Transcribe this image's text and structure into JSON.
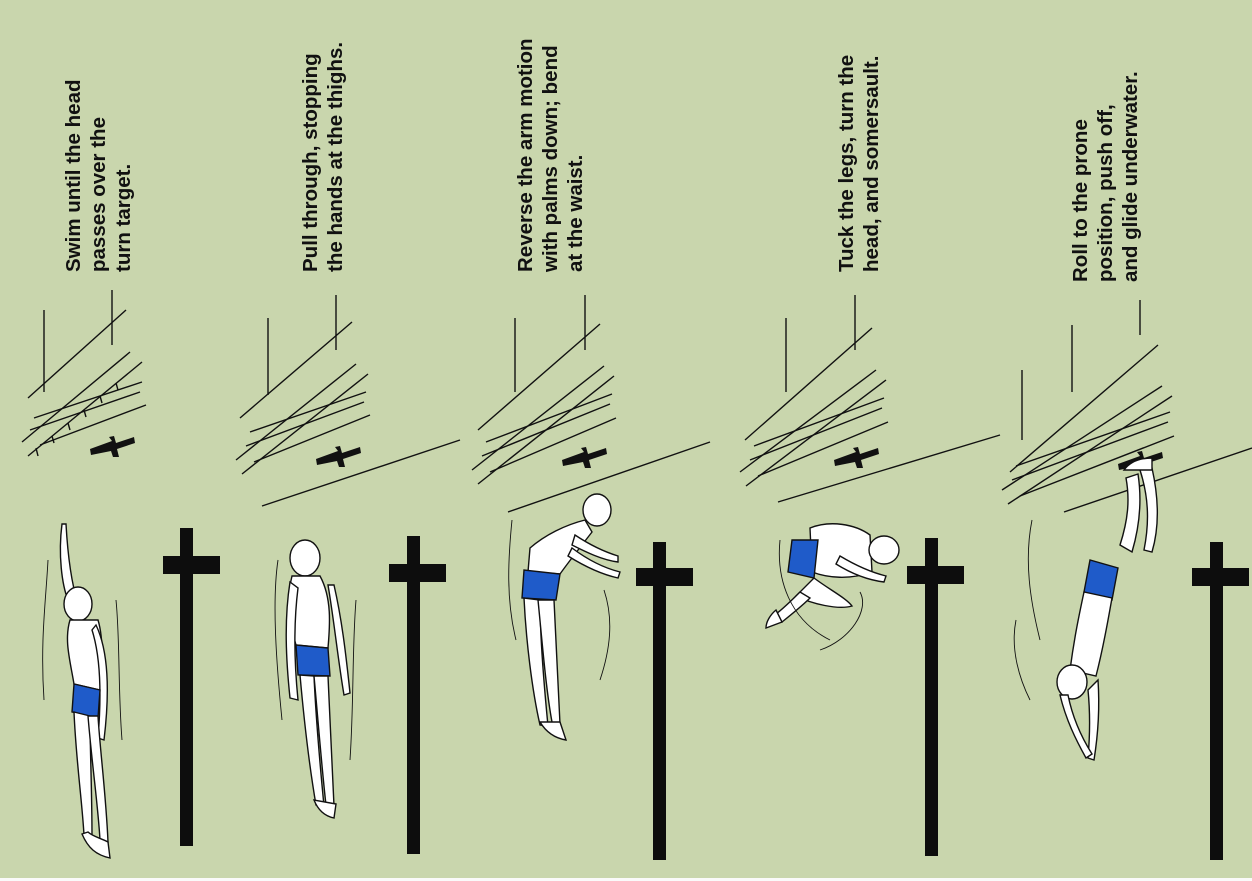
{
  "colors": {
    "background": "#c9d6ad",
    "ink": "#111111",
    "trunks": "#1f5bc9",
    "skin": "#ffffff",
    "target": "#0d0d0d"
  },
  "steps": [
    {
      "caption": [
        "Swim until the head",
        "passes over the",
        "turn target."
      ],
      "figure": "swimmer-stroking-icon"
    },
    {
      "caption": [
        "Pull through, stopping",
        "the hands at the thighs."
      ],
      "figure": "swimmer-arms-at-thighs-icon"
    },
    {
      "caption": [
        "Reverse the arm motion",
        "with palms down; bend",
        "at the waist."
      ],
      "figure": "swimmer-bending-at-waist-icon"
    },
    {
      "caption": [
        "Tuck the legs, turn the",
        "head, and somersault."
      ],
      "figure": "swimmer-tucked-somersault-icon"
    },
    {
      "caption": [
        "Roll to the prone",
        "position, push off,",
        "and glide underwater."
      ],
      "figure": "swimmer-push-off-icon"
    }
  ]
}
